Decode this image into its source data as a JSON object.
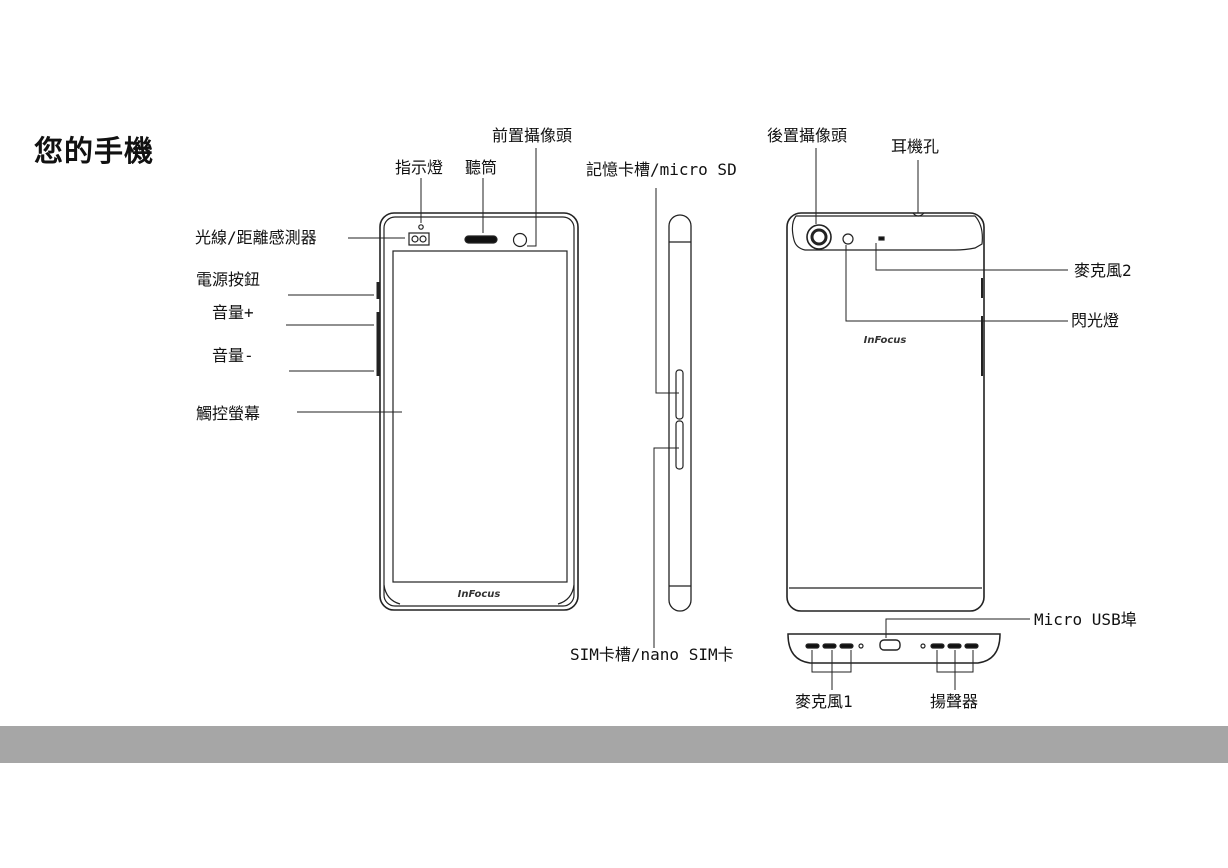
{
  "page": {
    "title": "您的手機",
    "footer_color": "#a6a6a6"
  },
  "labels": {
    "front_camera": "前置攝像頭",
    "indicator": "指示燈",
    "earpiece": "聽筒",
    "memory_slot": "記憶卡槽/micro SD",
    "light_sensor": "光線/距離感測器",
    "power_button": "電源按鈕",
    "volume_up": "音量+",
    "volume_down": "音量-",
    "touchscreen": "觸控螢幕",
    "sim_slot": "SIM卡槽/nano SIM卡",
    "rear_camera": "後置攝像頭",
    "headphone_jack": "耳機孔",
    "mic2": "麥克風2",
    "flash": "閃光燈",
    "micro_usb": "Micro USB埠",
    "mic1": "麥克風1",
    "speaker": "揚聲器"
  },
  "brand": {
    "front_logo": "InFocus",
    "back_logo": "InFocus"
  }
}
